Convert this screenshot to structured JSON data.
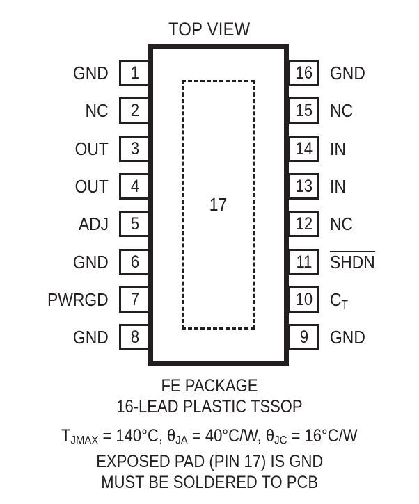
{
  "title": "TOP VIEW",
  "package": {
    "exposed_pad_number": "17",
    "pin_count": 16
  },
  "pins_left": [
    {
      "number": "1",
      "label": "GND"
    },
    {
      "number": "2",
      "label": "NC"
    },
    {
      "number": "3",
      "label": "OUT"
    },
    {
      "number": "4",
      "label": "OUT"
    },
    {
      "number": "5",
      "label": "ADJ"
    },
    {
      "number": "6",
      "label": "GND"
    },
    {
      "number": "7",
      "label": "PWRGD"
    },
    {
      "number": "8",
      "label": "GND"
    }
  ],
  "pins_right": [
    {
      "number": "16",
      "label": "GND",
      "overline": false,
      "subscript": ""
    },
    {
      "number": "15",
      "label": "NC",
      "overline": false,
      "subscript": ""
    },
    {
      "number": "14",
      "label": "IN",
      "overline": false,
      "subscript": ""
    },
    {
      "number": "13",
      "label": "IN",
      "overline": false,
      "subscript": ""
    },
    {
      "number": "12",
      "label": "NC",
      "overline": false,
      "subscript": ""
    },
    {
      "number": "11",
      "label": "SHDN",
      "overline": true,
      "subscript": ""
    },
    {
      "number": "10",
      "label": "C",
      "overline": false,
      "subscript": "T"
    },
    {
      "number": "9",
      "label": "GND",
      "overline": false,
      "subscript": ""
    }
  ],
  "caption": {
    "package_name": "FE PACKAGE",
    "lead_description": "16-LEAD PLASTIC TSSOP",
    "thermal": {
      "tjmax_symbol": "T",
      "tjmax_subscript": "JMAX",
      "tjmax_value": " = 140°C, ",
      "theta_ja_symbol": "θ",
      "theta_ja_subscript": "JA",
      "theta_ja_value": " = 40°C/W, ",
      "theta_jc_symbol": "θ",
      "theta_jc_subscript": "JC",
      "theta_jc_value": " = 16°C/W"
    },
    "exposed_pad_note": "EXPOSED PAD (PIN 17) IS GND",
    "solder_note": "MUST BE SOLDERED TO PCB"
  },
  "colors": {
    "ink": "#231f20",
    "background": "#ffffff"
  }
}
